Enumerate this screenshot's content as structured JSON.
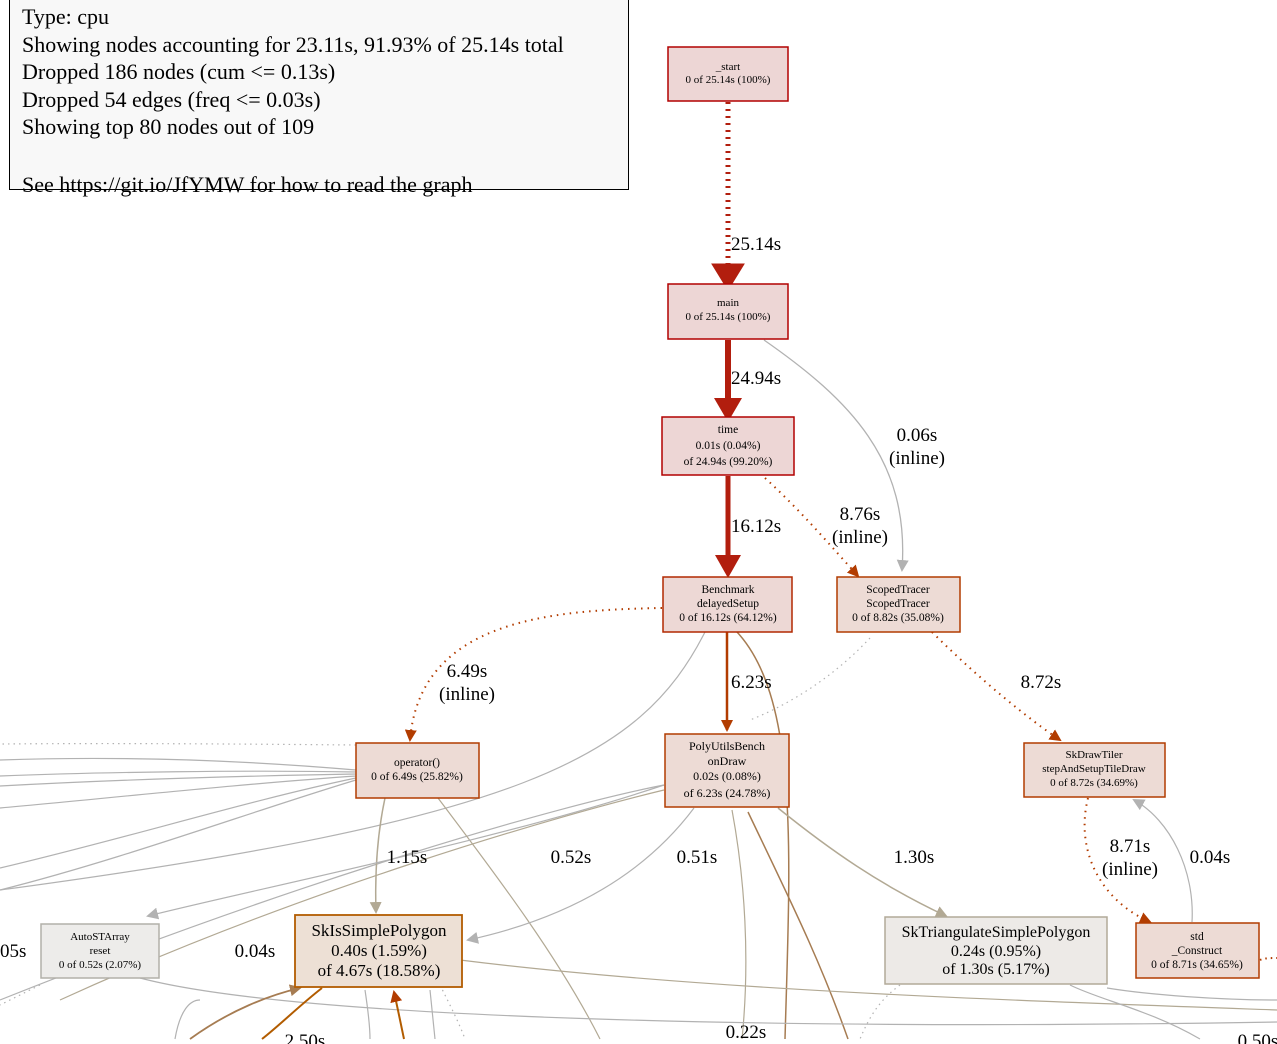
{
  "legend": {
    "line1": "Type: cpu",
    "line2": "Showing nodes accounting for 23.11s, 91.93% of 25.14s total",
    "line3": "Dropped 186 nodes (cum <= 0.13s)",
    "line4": "Dropped 54 edges (freq <= 0.03s)",
    "line5": "Showing top 80 nodes out of 109",
    "line6": "See https://git.io/JfYMW for how to read the graph"
  },
  "nodes": {
    "start": {
      "lines": [
        "_start",
        "0 of 25.14s (100%)"
      ]
    },
    "main": {
      "lines": [
        "main",
        "0 of 25.14s (100%)"
      ]
    },
    "time": {
      "lines": [
        "time",
        "0.01s (0.04%)",
        "of 24.94s (99.20%)"
      ]
    },
    "benchmark": {
      "lines": [
        "Benchmark",
        "delayedSetup",
        "0 of 16.12s (64.12%)"
      ]
    },
    "scopedtracer": {
      "lines": [
        "ScopedTracer",
        "ScopedTracer",
        "0 of 8.82s (35.08%)"
      ]
    },
    "operator": {
      "lines": [
        "operator()",
        "0 of 6.49s (25.82%)"
      ]
    },
    "polyutils": {
      "lines": [
        "PolyUtilsBench",
        "onDraw",
        "0.02s (0.08%)",
        "of 6.23s (24.78%)"
      ]
    },
    "skdrawtiler": {
      "lines": [
        "SkDrawTiler",
        "stepAndSetupTileDraw",
        "0 of 8.72s (34.69%)"
      ]
    },
    "autostarray": {
      "lines": [
        "AutoSTArray",
        "reset",
        "0 of 0.52s (2.07%)"
      ]
    },
    "skissimple": {
      "lines": [
        "SkIsSimplePolygon",
        "0.40s (1.59%)",
        "of 4.67s (18.58%)"
      ]
    },
    "sktriangulate": {
      "lines": [
        "SkTriangulateSimplePolygon",
        "0.24s (0.95%)",
        "of 1.30s (5.17%)"
      ]
    },
    "stdconstruct": {
      "lines": [
        "std",
        "_Construct",
        "0 of 8.71s (34.65%)"
      ]
    }
  },
  "edges": {
    "start_main": "25.14s",
    "main_time": "24.94s",
    "main_scoped": [
      "0.06s",
      "(inline)"
    ],
    "time_bench": "16.12s",
    "time_scoped": [
      "8.76s",
      "(inline)"
    ],
    "bench_operator": [
      "6.49s",
      "(inline)"
    ],
    "bench_poly": "6.23s",
    "scoped_tiler": "8.72s",
    "operator_skis": "1.15s",
    "poly_auto": "0.52s",
    "poly_skis": "0.51s",
    "poly_tri": "1.30s",
    "tiler_std": [
      "8.71s",
      "(inline)"
    ],
    "std_tiler": "0.04s",
    "left_skis": "0.04s",
    "left_partial": "05s",
    "bottom_a": "0.22s",
    "bottom_b": "2.50s",
    "bottom_c": "0.50s"
  },
  "colors": {
    "hot_edge": "#b21e0e",
    "warm_edge": "#b23c00",
    "brown_edge": "#a67c52",
    "tan_edge": "#b2a994",
    "gray_edge": "#b2b2b2",
    "hot_fill": "#edd6d5",
    "warm_fill": "#eddbd5",
    "tan_fill": "#edeae7",
    "skis_fill": "#ede0d5",
    "hot_border": "#b20000",
    "warm_border": "#b23c00",
    "tan_border": "#b2aa99",
    "skis_border": "#b25c00"
  }
}
